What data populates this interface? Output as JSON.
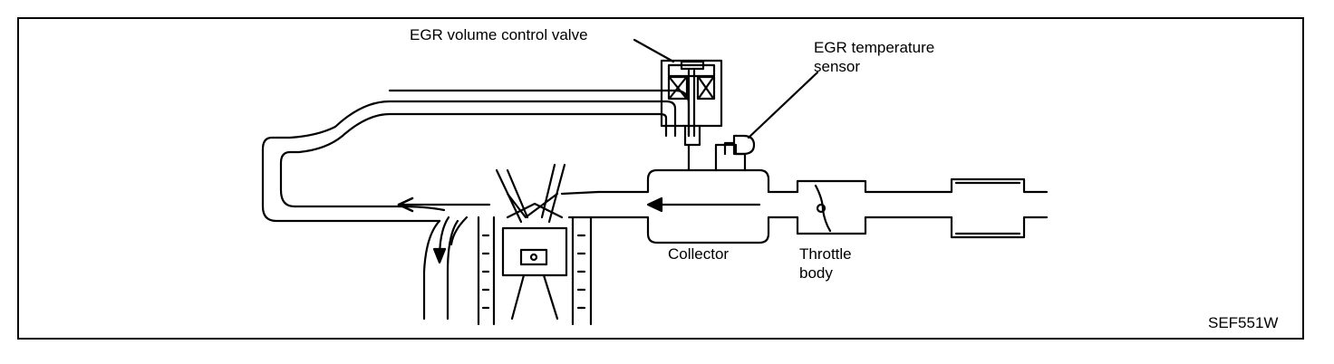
{
  "labels": {
    "egr_valve": "EGR volume control valve",
    "egr_sensor": "EGR temperature\nsensor",
    "collector": "Collector",
    "throttle_body": "Throttle\nbody",
    "figure_code": "SEF551W"
  },
  "colors": {
    "line": "#000000",
    "background": "#ffffff"
  }
}
